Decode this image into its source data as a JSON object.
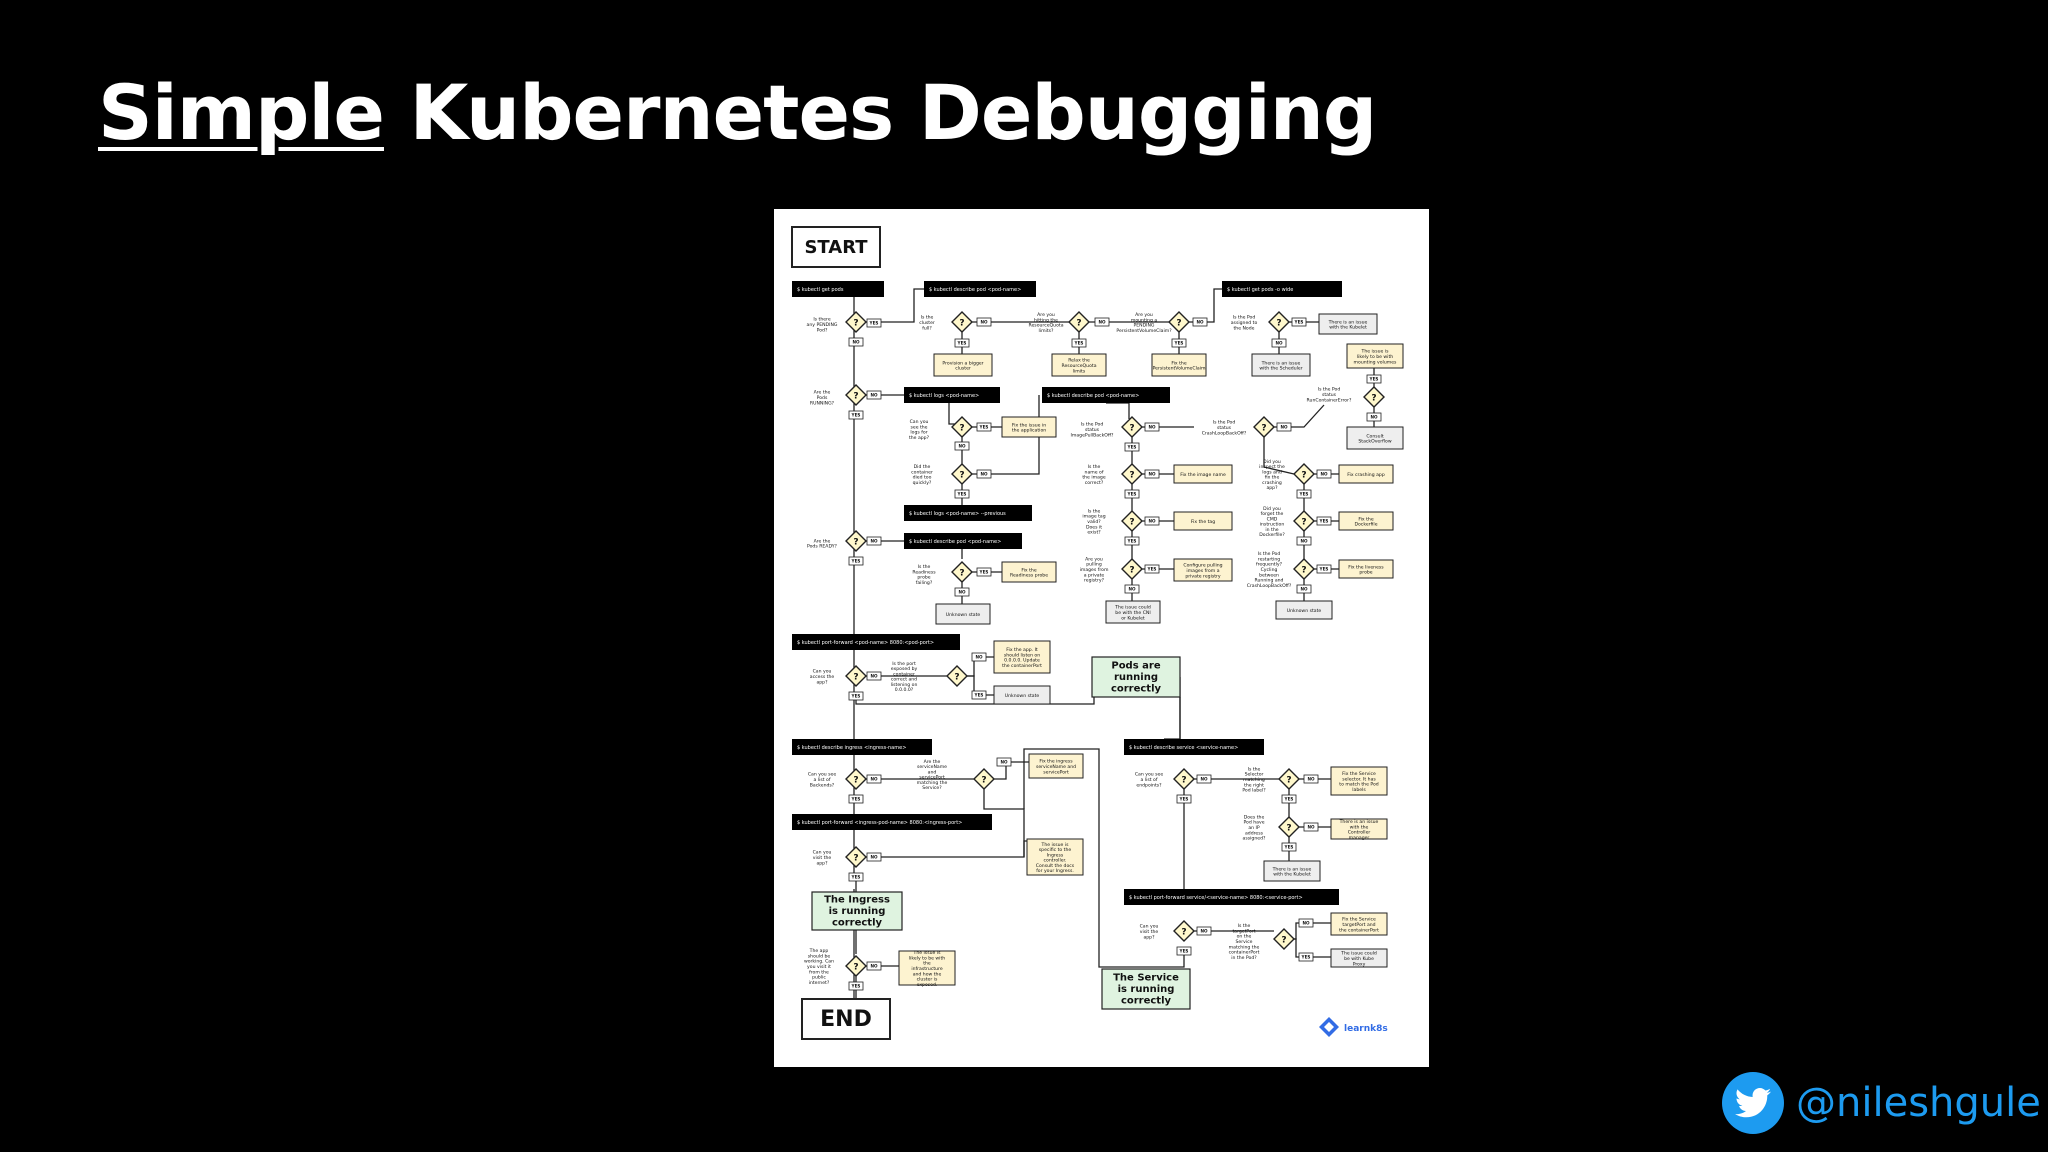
{
  "slide": {
    "title_underlined": "Simple",
    "title_rest": " Kubernetes Debugging",
    "handle": "@nileshgule"
  },
  "icons": [
    "twitter-icon",
    "learnk8s-logo-icon"
  ],
  "colors": {
    "background": "#000000",
    "title": "#ffffff",
    "accent": "#1d9bf0",
    "decision": "#fff8cc",
    "fix_box": "#fdf3d0",
    "success_box": "#dff3e0",
    "cmd_bar": "#000000"
  },
  "poster": {
    "start": "START",
    "end": "END",
    "brand": "learnk8s",
    "yes": "YES",
    "no": "NO",
    "q": "?",
    "commands": [
      "$ kubectl get pods",
      "$ kubectl describe pod <pod-name>",
      "$ kubectl get pods -o wide",
      "$ kubectl logs <pod-name>",
      "$ kubectl describe pod <pod-name>",
      "$ kubectl logs <pod-name> --previous",
      "$ kubectl describe pod <pod-name>",
      "$ kubectl port-forward <pod-name> 8080:<pod-port>",
      "$ kubectl describe ingress <ingress-name>",
      "$ kubectl describe service <service-name>",
      "$ kubectl port-forward <ingress-pod-name> 8080:<ingress-port>",
      "$ kubectl port-forward service/<service-name> 8080:<service-port>"
    ],
    "questions": [
      "Is there any PENDING Pod?",
      "Is the cluster full?",
      "Are you hitting the ResourceQuota limits?",
      "Are you mounting a PENDING PersistentVolumeClaim?",
      "Is the Pod assigned to the Node",
      "Are the Pods RUNNING?",
      "Can you see the logs for the app?",
      "Did the container died too quickly?",
      "Is the Pod status ImagePullBackOff?",
      "Is the Pod status CrashLoopBackOff?",
      "Is the Pod status RunContainerError?",
      "Is the name of the image correct?",
      "Did you inspect the logs and fix the crashing app?",
      "Is the image tag valid? Does it exist?",
      "Did you forget the CMD instruction in the Dockerfile?",
      "Are you pulling images from a private registry?",
      "Is the Pod restarting frequently? Cycling between Running and CrashLoopBackOff?",
      "Are the Pods READY?",
      "Is the Readiness probe failing?",
      "Can you access the app?",
      "Is the port exposed by container correct and listening on 0.0.0.0?",
      "Can you see a list of Backends?",
      "Are the serviceName and servicePort matching the Service?",
      "Can you visit the app?",
      "Can you see a list of endpoints?",
      "Is the Selector matching the right Pod label?",
      "Does the Pod have an IP address assigned?",
      "Can you visit the app?",
      "Is the targetPort on the Service matching the containerPort in the Pod?",
      "The app should be working. Can you visit it from the public internet?"
    ],
    "outcomes": [
      "There is an issue with the Kubelet",
      "Provision a bigger cluster",
      "Relax the ResourceQuota limits",
      "Fix the PersistentVolumeClaim",
      "There is an issue with the Scheduler",
      "The issue is likely to be with mounting volumes",
      "Consult StackOverflow",
      "Fix the issue in the application",
      "Fix the image name",
      "Fix crashing app",
      "Fix the tag",
      "Fix the Dockerfile",
      "Configure pulling images from a private registry",
      "Fix the liveness probe",
      "The issue could be with the CNI or Kubelet",
      "Fix the Readiness probe",
      "Unknown state",
      "Unknown state",
      "Fix the app. It should listen on 0.0.0.0. Update the containerPort",
      "Unknown state",
      "Fix the ingress serviceName and servicePort",
      "The issue is specific to the Ingress controller. Consult the docs for your Ingress.",
      "Fix the Service selector. It has to match the Pod labels",
      "There is an issue with the Controller manager",
      "There is an issue with the Kubelet",
      "Fix the Service targetPort and the containerPort",
      "The issue could be with Kube Proxy",
      "The issue is likely to be with the infrastructure and how the cluster is exposed."
    ],
    "success": [
      "Pods are running correctly",
      "The Ingress is running correctly",
      "The Service is running correctly"
    ]
  }
}
